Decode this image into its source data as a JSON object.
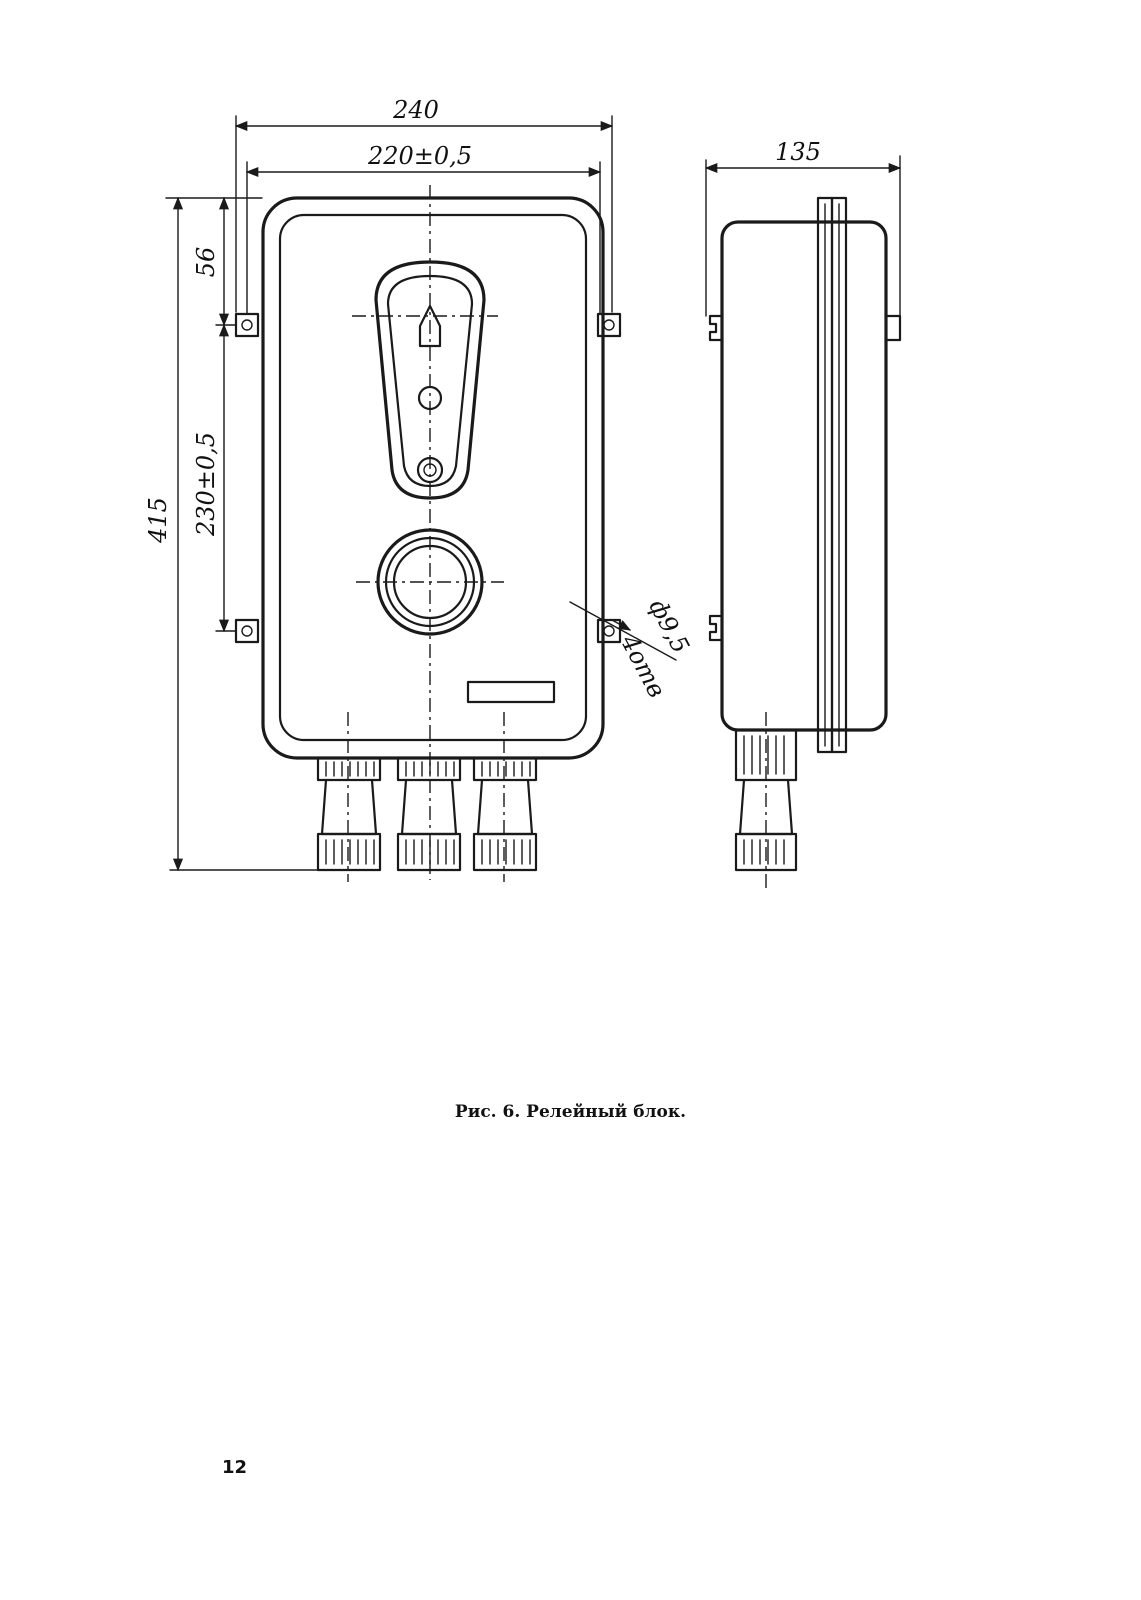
{
  "dimensions": {
    "width_overall": "240",
    "mount_spacing_horizontal": "220±0,5",
    "depth": "135",
    "height_overall": "415",
    "top_offset": "56",
    "mount_spacing_vertical": "230±0,5",
    "hole_diameter": "ф9,5",
    "hole_count": "4отв"
  },
  "caption": "Рис. 6. Релейный блок.",
  "page_number": "12"
}
